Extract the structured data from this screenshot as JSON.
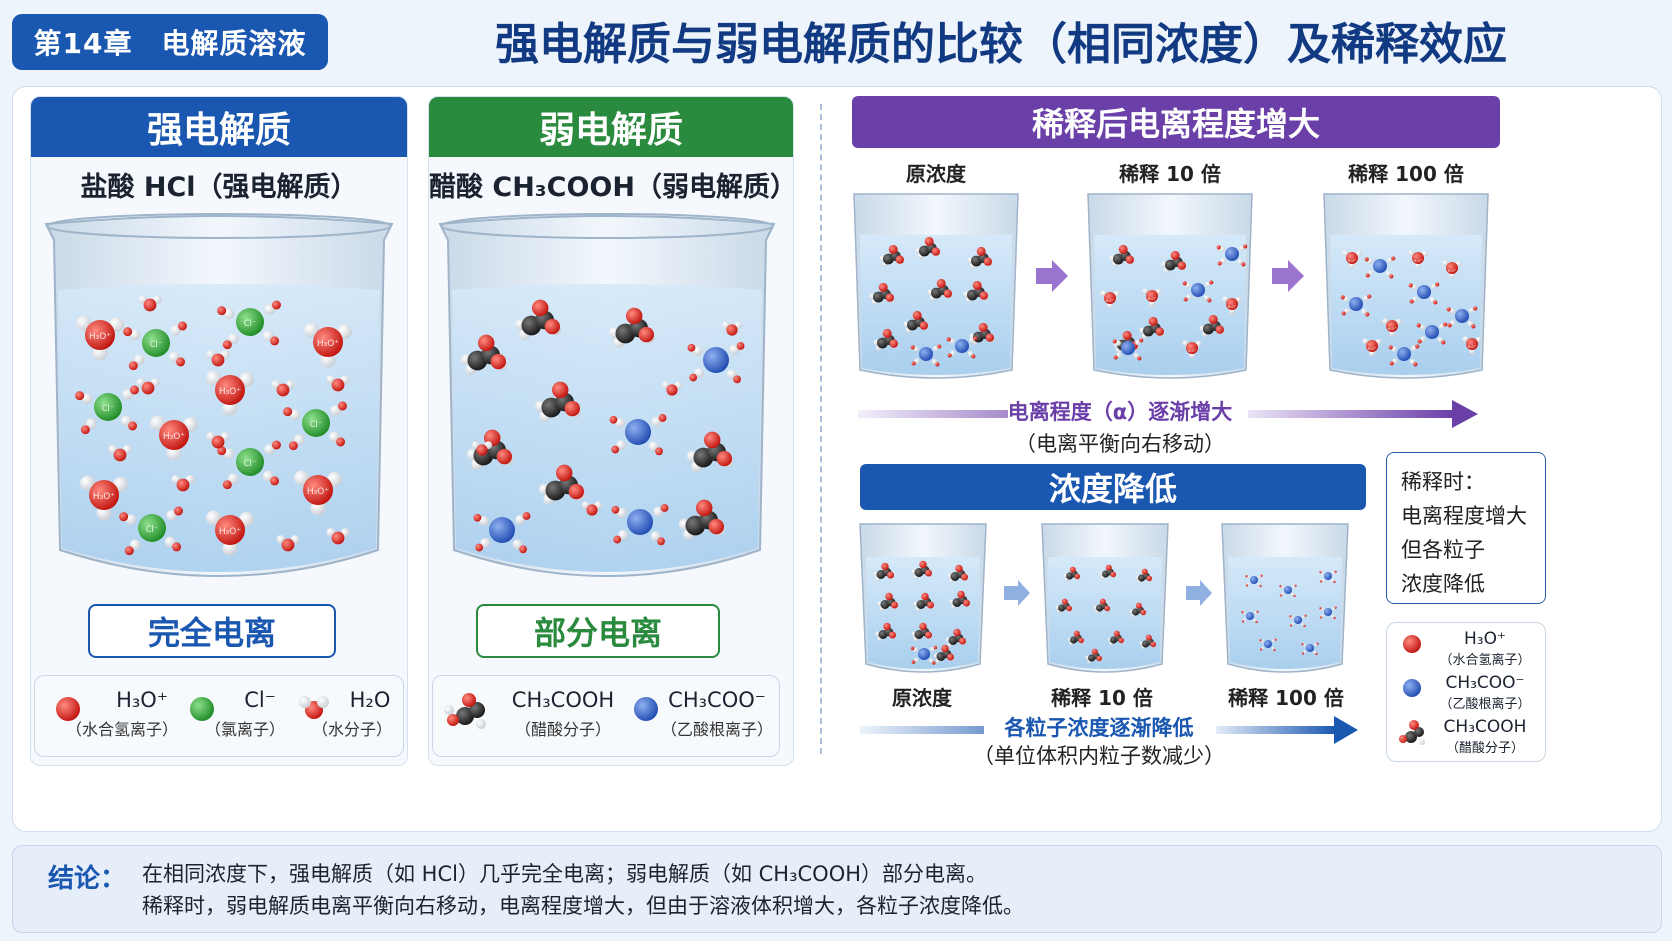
{
  "header": {
    "chapter": "第14章　电解质溶液",
    "title": "强电解质与弱电解质的比较（相同浓度）及稀释效应"
  },
  "strong": {
    "heading": "强电解质",
    "subtitle_pre": "盐酸 HCl（强电解质）",
    "result": "完全电离",
    "legend": [
      {
        "formula": "H₃O⁺",
        "desc": "（水合氢离子）"
      },
      {
        "formula": "Cl⁻",
        "desc": "（氯离子）"
      },
      {
        "formula": "H₂O",
        "desc": "（水分子）"
      }
    ]
  },
  "weak": {
    "heading": "弱电解质",
    "subtitle_pre": "醋酸 CH₃COOH（弱电解质）",
    "result": "部分电离",
    "legend": [
      {
        "formula": "CH₃COOH",
        "desc": "（醋酸分子）"
      },
      {
        "formula": "CH₃COO⁻",
        "desc": "（乙酸根离子）"
      }
    ]
  },
  "ionization": {
    "heading": "稀释后电离程度增大",
    "labels": [
      "原浓度",
      "稀释 10 倍",
      "稀释 100 倍"
    ],
    "arrow_text": "电离程度（α）逐渐增大",
    "arrow_sub": "（电离平衡向右移动）"
  },
  "concentration": {
    "heading": "浓度降低",
    "labels": [
      "原浓度",
      "稀释 10 倍",
      "稀释 100 倍"
    ],
    "arrow_text": "各粒子浓度逐渐降低",
    "arrow_sub": "（单位体积内粒子数减少）"
  },
  "note": {
    "lines": [
      "稀释时：",
      "电离程度增大",
      "但各粒子",
      "浓度降低"
    ]
  },
  "small_legend": [
    {
      "formula": "H₃O⁺",
      "desc": "（水合氢离子）"
    },
    {
      "formula": "CH₃COO⁻",
      "desc": "（乙酸根离子）"
    },
    {
      "formula": "CH₃COOH",
      "desc": "（醋酸分子）"
    }
  ],
  "molecule_labels": {
    "hydronium": "H₃O⁺",
    "chloride": "Cl⁻"
  },
  "conclusion": {
    "label": "结论：",
    "line1": "在相同浓度下，强电解质（如 HCl）几乎完全电离；弱电解质（如 CH₃COOH）部分电离。",
    "line2": "稀释时，弱电解质电离平衡向右移动，电离程度增大，但由于溶液体积增大，各粒子浓度降低。"
  },
  "colors": {
    "blue": "#1a57b0",
    "green": "#2a8a3e",
    "purple": "#6a3fa8",
    "red": "#d8201c",
    "cl_green": "#2fa236",
    "acetate_blue": "#2d5fc4"
  }
}
